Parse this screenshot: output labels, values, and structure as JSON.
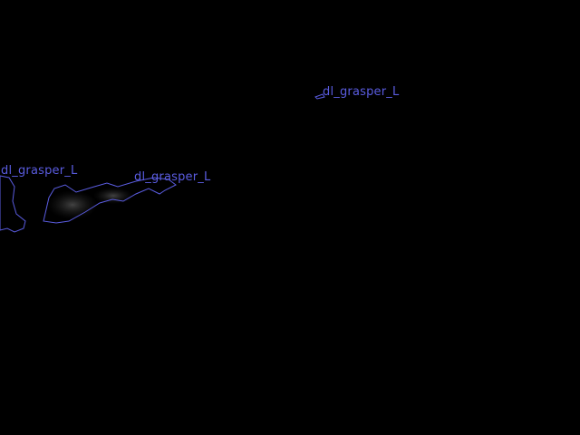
{
  "colors": {
    "background": "#000000",
    "annotation": "#5a5ce0",
    "tissue": "#3a3a3a"
  },
  "annotations": [
    {
      "label": "dl_grasper_L"
    },
    {
      "label": "dl_grasper_L"
    },
    {
      "label": "dl_grasper_L"
    }
  ]
}
